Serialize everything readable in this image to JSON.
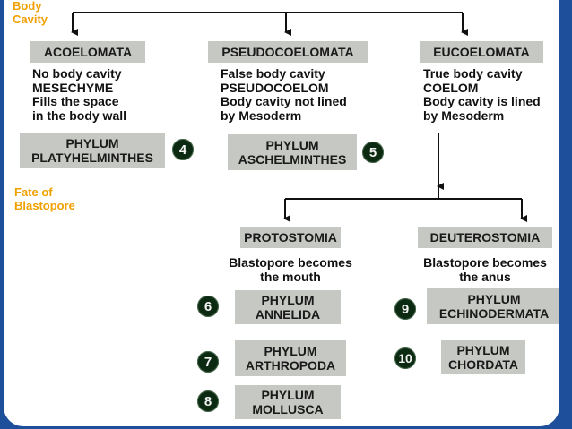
{
  "side_labels": {
    "body_cavity": [
      "Body",
      "Cavity"
    ],
    "fate_of_blastopore": [
      "Fate of",
      "Blastopore"
    ]
  },
  "groups": {
    "acoelomata": {
      "title": "ACOELOMATA",
      "lines": [
        "No body cavity",
        "MESECHYME",
        "Fills the space",
        "in the body wall"
      ]
    },
    "pseudocoelomata": {
      "title": "PSEUDOCOELOMATA",
      "lines": [
        "False body cavity",
        "PSEUDOCOELOM",
        "Body cavity not lined",
        "by Mesoderm"
      ]
    },
    "eucoelomata": {
      "title": "EUCOELOMATA",
      "lines": [
        "True body cavity",
        "COELOM",
        "Body cavity is lined",
        "by Mesoderm"
      ]
    },
    "protostomia": {
      "title": "PROTOSTOMIA",
      "lines": [
        "Blastopore becomes",
        "the mouth"
      ]
    },
    "deuterostomia": {
      "title": "DEUTEROSTOMIA",
      "lines": [
        "Blastopore becomes",
        "the anus"
      ]
    }
  },
  "phyla": [
    {
      "number": "4",
      "line1": "PHYLUM",
      "line2": "PLATYHELMINTHES"
    },
    {
      "number": "5",
      "line1": "PHYLUM",
      "line2": "ASCHELMINTHES"
    },
    {
      "number": "6",
      "line1": "PHYLUM",
      "line2": "ANNELIDA"
    },
    {
      "number": "7",
      "line1": "PHYLUM",
      "line2": "ARTHROPODA"
    },
    {
      "number": "8",
      "line1": "PHYLUM",
      "line2": "MOLLUSCA"
    },
    {
      "number": "9",
      "line1": "PHYLUM",
      "line2": "ECHINODERMATA"
    },
    {
      "number": "10",
      "line1": "PHYLUM",
      "line2": "CHORDATA"
    }
  ],
  "colors": {
    "background": "#1d4f9a",
    "slide": "#ffffff",
    "box": "#c6c8c3",
    "accent_label": "#f0a000",
    "badge": "#0c2a12"
  }
}
